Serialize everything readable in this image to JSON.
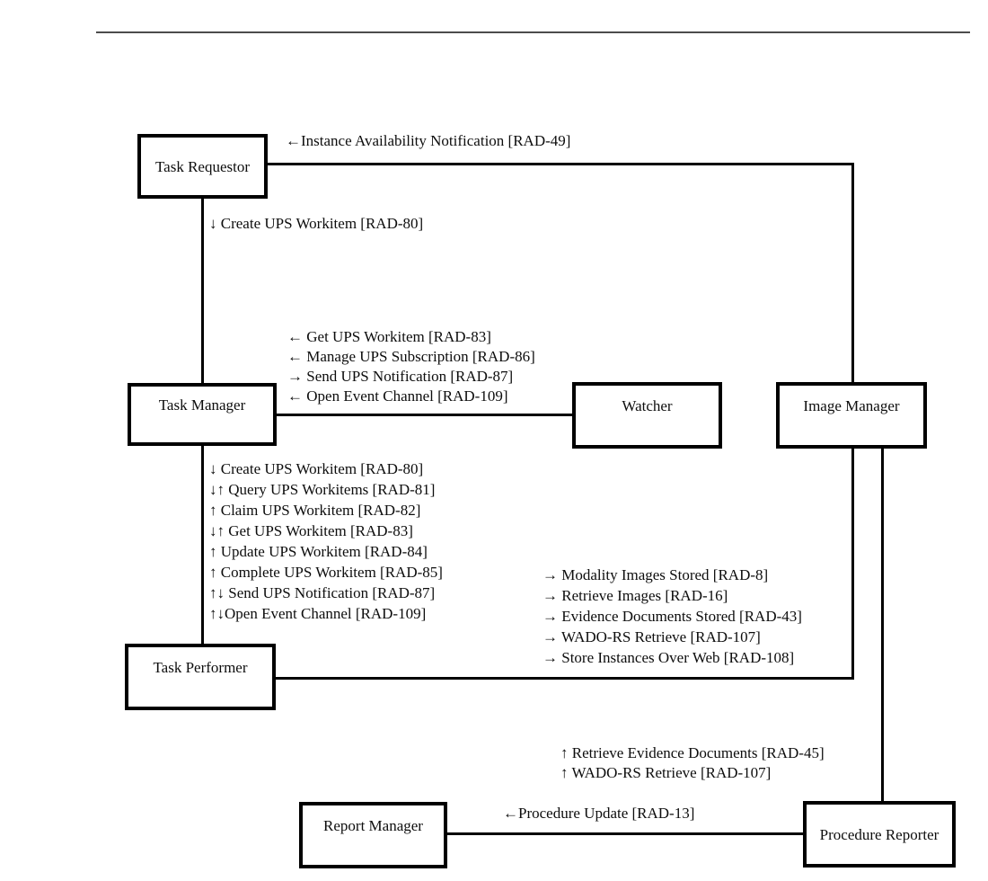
{
  "page": {
    "kind": "actor-transaction-diagram"
  },
  "colors": {
    "line": "#000000",
    "rule": "#4c4c4c",
    "text": "#0d0d0d",
    "background": "#ffffff"
  },
  "actors": {
    "task_requestor": "Task Requestor",
    "task_manager": "Task Manager",
    "watcher": "Watcher",
    "image_manager": "Image Manager",
    "task_performer": "Task Performer",
    "report_manager": "Report Manager",
    "procedure_reporter": "Procedure Reporter"
  },
  "transactions": {
    "requestor_to_image_manager": "←Instance Availability Notification [RAD-49]",
    "requestor_to_manager": "↓ Create UPS Workitem [RAD-80]",
    "manager_watcher": [
      "← Get UPS Workitem [RAD-83]",
      "← Manage UPS Subscription [RAD-86]",
      "→ Send UPS Notification [RAD-87]",
      "← Open Event Channel [RAD-109]"
    ],
    "manager_performer": [
      "↓ Create UPS Workitem [RAD-80]",
      "↓↑ Query UPS Workitems [RAD-81]",
      "↑ Claim UPS Workitem [RAD-82]",
      "↓↑ Get UPS Workitem [RAD-83]",
      "↑ Update UPS Workitem [RAD-84]",
      "↑ Complete UPS Workitem [RAD-85]",
      "↑↓ Send UPS Notification [RAD-87]",
      "↑↓Open Event Channel [RAD-109]"
    ],
    "performer_to_image_manager": [
      "→ Modality Images Stored [RAD-8]",
      "→ Retrieve Images [RAD-16]",
      "→ Evidence Documents Stored [RAD-43]",
      "→ WADO-RS Retrieve [RAD-107]",
      "→ Store Instances Over Web [RAD-108]"
    ],
    "reporter_to_image_manager": [
      "↑ Retrieve Evidence Documents [RAD-45]",
      "↑ WADO-RS Retrieve [RAD-107]"
    ],
    "reporter_to_report_manager": "←Procedure Update [RAD-13]"
  }
}
